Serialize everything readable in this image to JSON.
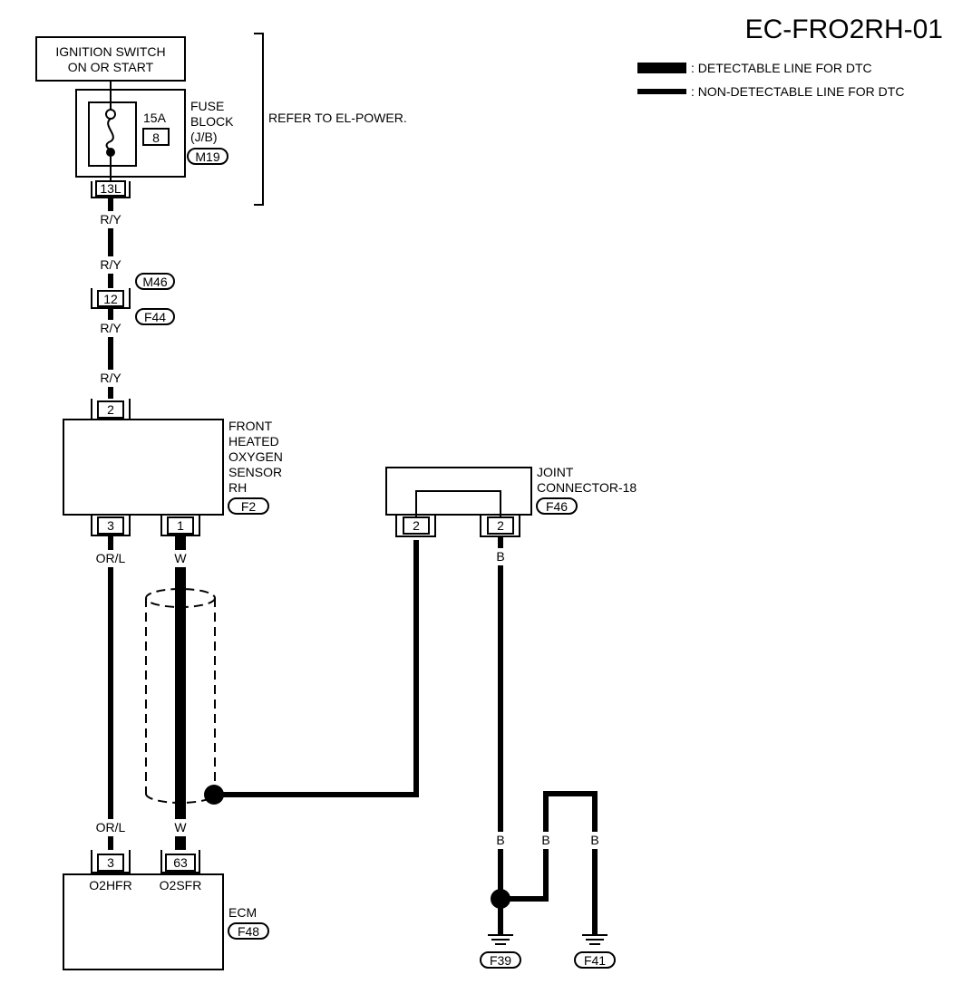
{
  "diagram_id": "EC-FRO2RH-01",
  "legend": {
    "detectable": ": DETECTABLE LINE FOR DTC",
    "non_detectable": ": NON-DETECTABLE LINE FOR DTC"
  },
  "ignition_switch": {
    "line1": "IGNITION SWITCH",
    "line2": "ON OR START"
  },
  "fuse_block": {
    "amp": "15A",
    "fuse_no": "8",
    "label1": "FUSE",
    "label2": "BLOCK",
    "label3": "(J/B)",
    "connector": "M19",
    "terminal": "13L"
  },
  "refer_text": "REFER TO EL-POWER.",
  "wire_colors": {
    "ry": "R/Y",
    "orl": "OR/L",
    "w": "W",
    "b": "B"
  },
  "inline_connector": {
    "pin": "12",
    "top": "M46",
    "bottom": "F44"
  },
  "sensor": {
    "line1": "FRONT",
    "line2": "HEATED",
    "line3": "OXYGEN",
    "line4": "SENSOR",
    "line5": "RH",
    "connector": "F2",
    "pin_top": "2",
    "pin_left": "3",
    "pin_right": "1"
  },
  "joint": {
    "line1": "JOINT",
    "line2": "CONNECTOR-18",
    "connector": "F46",
    "pin_left": "2",
    "pin_right": "2"
  },
  "ecm": {
    "label": "ECM",
    "connector": "F48",
    "pin_left": "3",
    "pin_right": "63",
    "term_left": "O2HFR",
    "term_right": "O2SFR"
  },
  "grounds": {
    "left": "F39",
    "right": "F41"
  }
}
